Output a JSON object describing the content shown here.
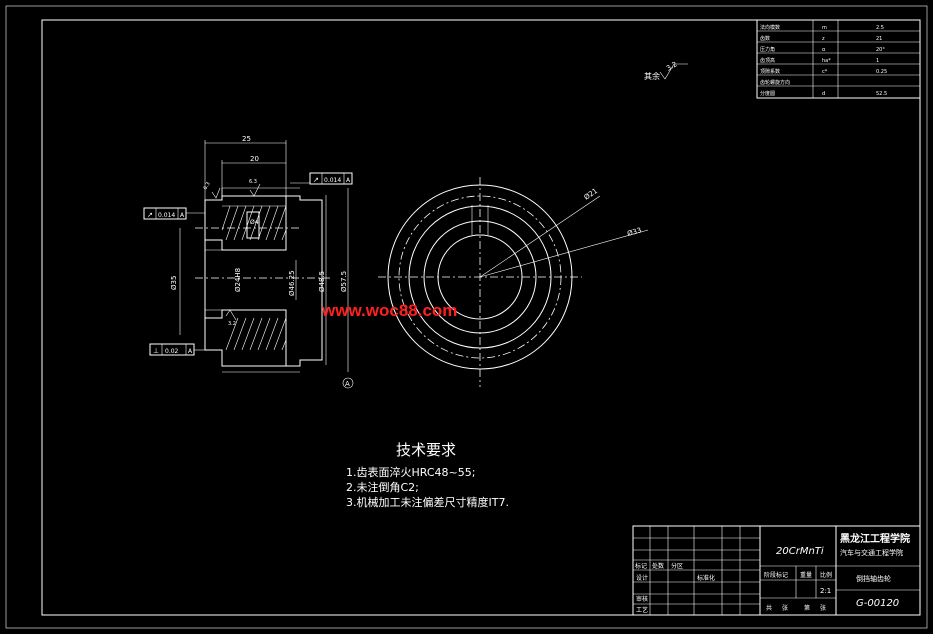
{
  "gear_params": {
    "rows": [
      {
        "name": "法向模数",
        "sym": "m",
        "val": "2.5"
      },
      {
        "name": "齿数",
        "sym": "z",
        "val": "21"
      },
      {
        "name": "压力角",
        "sym": "α",
        "val": "20°"
      },
      {
        "name": "齿顶高",
        "sym": "ha*",
        "val": "1"
      },
      {
        "name": "顶隙系数",
        "sym": "c*",
        "val": "0.25"
      },
      {
        "name": "齿轮螺旋方向",
        "sym": "",
        "val": ""
      },
      {
        "name": "分度圆",
        "sym": "d",
        "val": "52.5"
      }
    ]
  },
  "surface_rest": {
    "label": "其余",
    "value": "3.2"
  },
  "dims": {
    "width_overall": "25",
    "width_inner": "20",
    "runout_top": "0.014",
    "runout_left": "0.014",
    "runout_bottom": "0.02",
    "datum": "A",
    "dia_left": "Ø35",
    "dia_bore": "Ø24H8",
    "dia_mid": "Ø46.25",
    "dia_root": "Ø48.5",
    "dia_tip": "Ø57.5",
    "hole": "Ø4",
    "rough_top": "6.3",
    "rough_left": "6.3",
    "rough_bore": "3.2",
    "circle_r1": "Ø21",
    "circle_r2": "Ø33"
  },
  "watermark": "www.woc88.com",
  "requirements": {
    "title": "技术要求",
    "items": [
      "1.齿表面淬火HRC48~55;",
      "2.未注倒角C2;",
      "3.机械加工未注偏差尺寸精度IT7."
    ]
  },
  "title_block": {
    "material": "20CrMnTi",
    "school": "黑龙江工程学院",
    "dept": "汽车与交通工程学院",
    "part_name": "倒挡轴齿轮",
    "drawing_no": "G-00120",
    "scale": "2:1",
    "labels": {
      "mark": "标记",
      "count": "处数",
      "file": "分区",
      "design": "设计",
      "std": "标准化",
      "stage": "阶段标记",
      "weight": "重量",
      "scale_label": "比例",
      "review": "审核",
      "process": "工艺",
      "sheets": "共",
      "zhang": "张",
      "di": "第",
      "zhang2": "张"
    }
  }
}
